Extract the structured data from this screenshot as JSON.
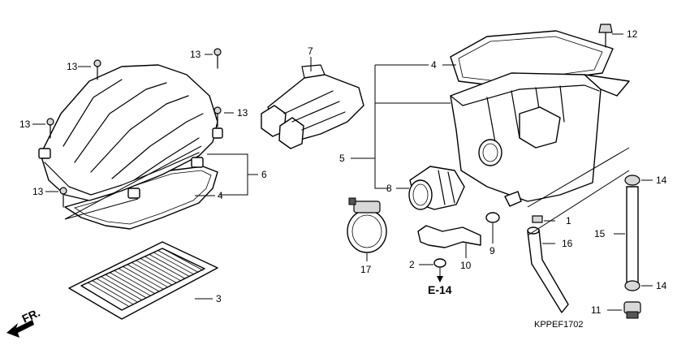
{
  "labels": {
    "p1": "1",
    "p2": "2",
    "p3": "3",
    "p4a": "4",
    "p4b": "4",
    "p5": "5",
    "p6": "6",
    "p7": "7",
    "p8": "8",
    "p9": "9",
    "p10": "10",
    "p11": "11",
    "p12": "12",
    "p13a": "13",
    "p13b": "13",
    "p13c": "13",
    "p13d": "13",
    "p13e": "13",
    "p14a": "14",
    "p14b": "14",
    "p15": "15",
    "p16": "16",
    "p17": "17"
  },
  "ref": "E-14",
  "direction": "FR.",
  "code": "KPPEF1702"
}
